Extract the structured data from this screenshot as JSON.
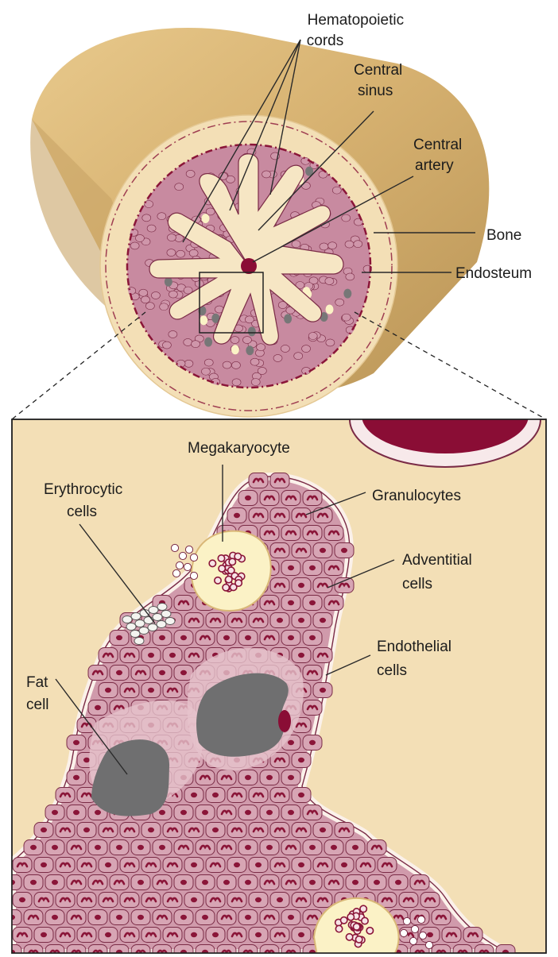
{
  "labels": {
    "hematopoietic_cords": [
      "Hematopoietic",
      "cords"
    ],
    "central_sinus": [
      "Central",
      "sinus"
    ],
    "central_artery": [
      "Central",
      "artery"
    ],
    "bone": "Bone",
    "endosteum": "Endosteum",
    "megakaryocyte": "Megakaryocyte",
    "erythrocytic_cells": [
      "Erythrocytic",
      "cells"
    ],
    "granulocytes": "Granulocytes",
    "adventitial_cells": [
      "Adventitial",
      "cells"
    ],
    "endothelial_cells": [
      "Endothelial",
      "cells"
    ],
    "fat_cell": [
      "Fat",
      "cell"
    ]
  },
  "colors": {
    "bone": "#f3dfb6",
    "bone_shaft": "#d9b777",
    "marrow": "#c88aa0",
    "cell_border": "#7a2b46",
    "nucleus": "#8a1538",
    "artery": "#8a0d35",
    "sinus": "#f6e6c4",
    "fat": "#6f6f70",
    "endothelium": "#fbf1ea"
  }
}
